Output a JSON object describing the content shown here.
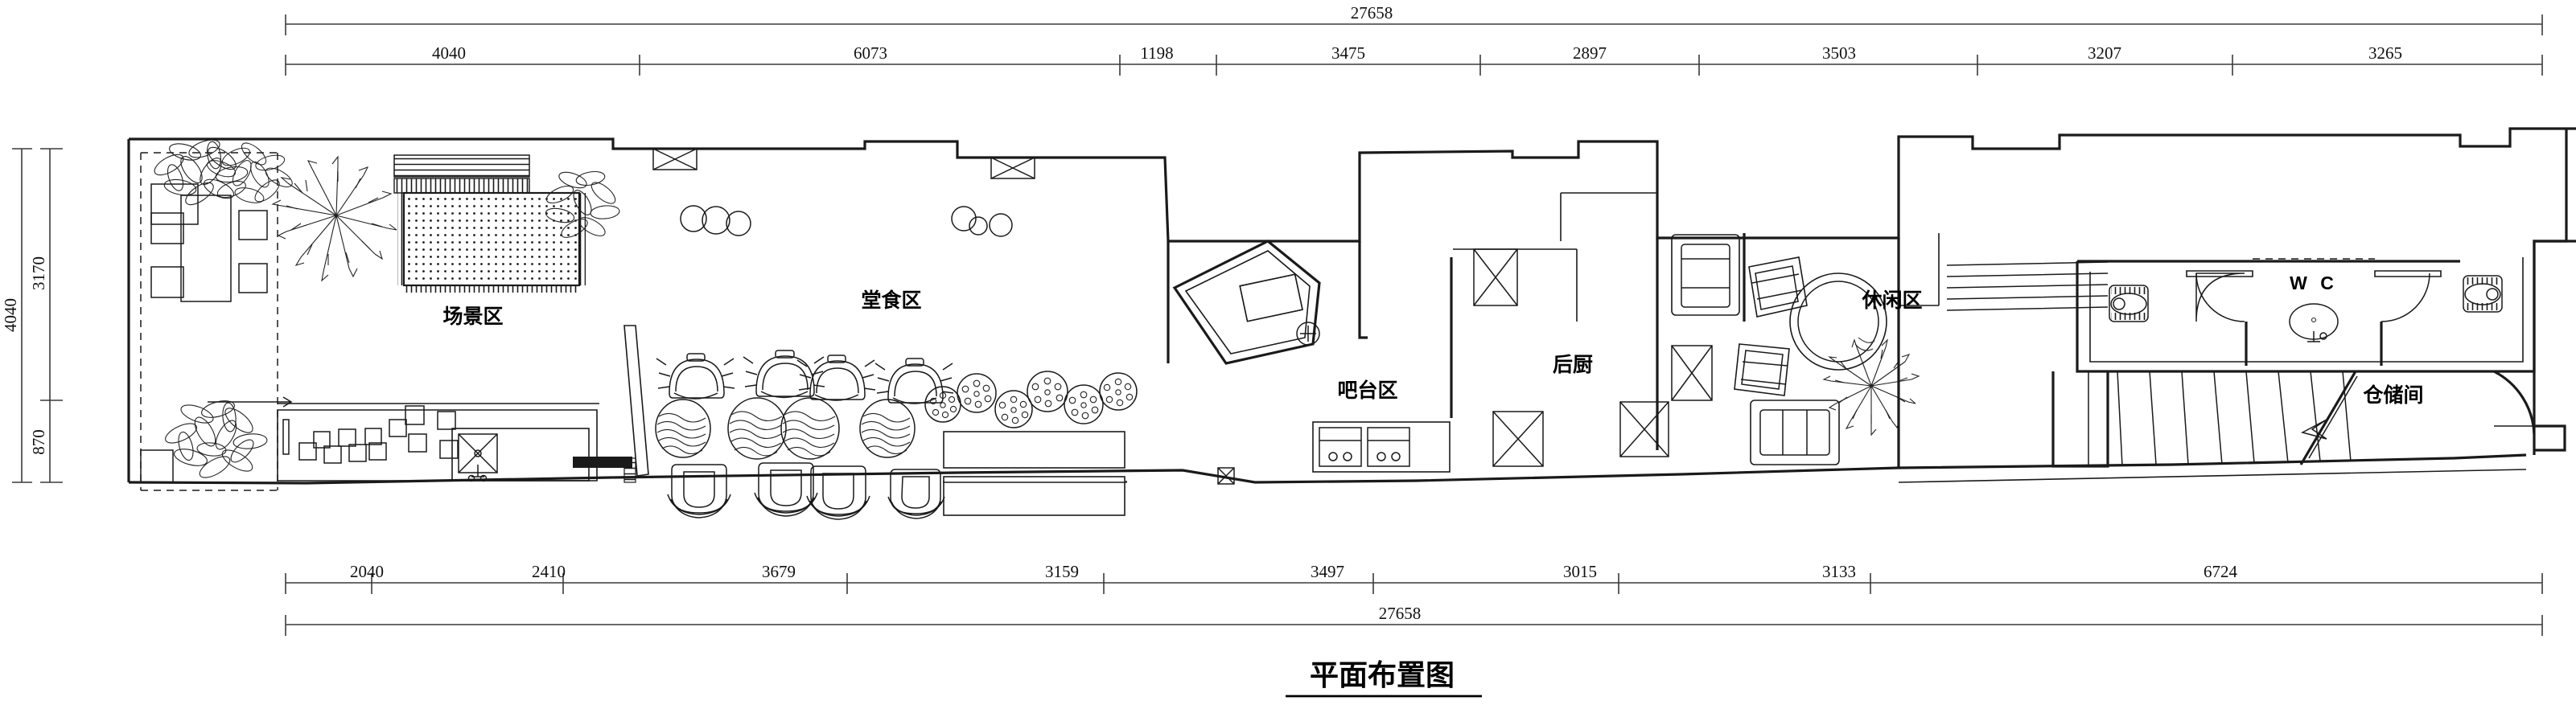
{
  "drawing": {
    "title": "平面布置图",
    "title_en_hint": "floor-plan-layout"
  },
  "dimensions": {
    "top_overall": "27658",
    "bottom_overall": "27658",
    "top_chain": [
      "4040",
      "6073",
      "1198",
      "3475",
      "2897",
      "3503",
      "3207",
      "3265"
    ],
    "bottom_chain": [
      "2040",
      "2410",
      "3679",
      "3159",
      "3497",
      "3015",
      "3133",
      "6724"
    ],
    "left_overall": "4040",
    "left_chain": [
      "3170",
      "870"
    ]
  },
  "rooms": [
    {
      "key": "scene",
      "label": "场景区"
    },
    {
      "key": "dining",
      "label": "堂食区"
    },
    {
      "key": "bar",
      "label": "吧台区"
    },
    {
      "key": "kitchen",
      "label": "后厨"
    },
    {
      "key": "lounge",
      "label": "休闲区"
    },
    {
      "key": "wc",
      "label": "W C"
    },
    {
      "key": "storage",
      "label": "仓储间"
    }
  ],
  "colors": {
    "line": "#1a1a1a",
    "dimension": "#3a3a3a",
    "background": "#ffffff",
    "hatch": "#1a1a1a"
  }
}
